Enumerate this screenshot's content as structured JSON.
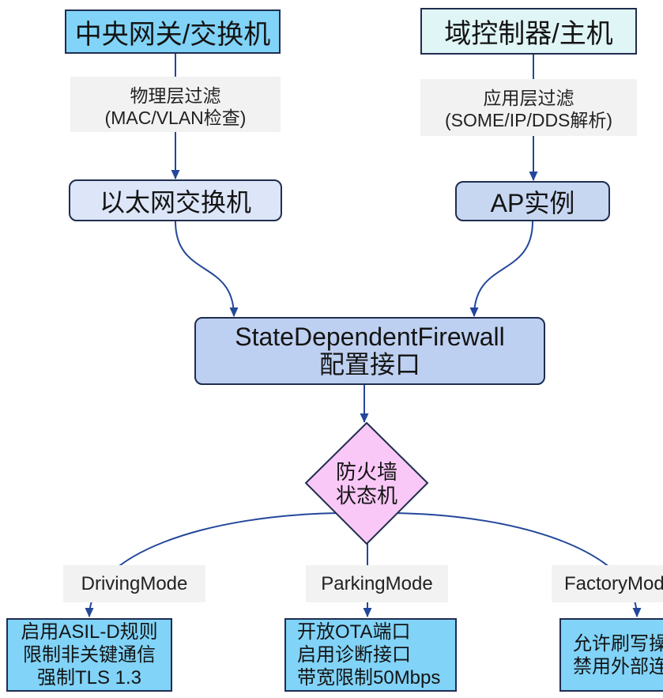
{
  "diagram": {
    "nodes": {
      "central_gateway": {
        "label": "中央网关/交换机"
      },
      "domain_controller": {
        "label": "域控制器/主机"
      },
      "ethernet_switch": {
        "label": "以太网交换机"
      },
      "ap_instance": {
        "label": "AP实例"
      },
      "firewall_config": {
        "lines": [
          "StateDependentFirewall",
          "配置接口"
        ]
      },
      "firewall_state_machine": {
        "lines": [
          "防火墙",
          "状态机"
        ]
      },
      "driving_actions": {
        "lines": [
          "启用ASIL-D规则",
          "限制非关键通信",
          "强制TLS 1.3"
        ]
      },
      "parking_actions": {
        "lines": [
          "开放OTA端口",
          "启用诊断接口",
          "带宽限制50Mbps"
        ]
      },
      "factory_actions": {
        "lines": [
          "允许刷写操",
          "禁用外部连"
        ]
      }
    },
    "edge_labels": {
      "physical_filter": {
        "lines": [
          "物理层过滤",
          "(MAC/VLAN检查)"
        ]
      },
      "application_filter": {
        "lines": [
          "应用层过滤",
          "(SOME/IP/DDS解析)"
        ]
      },
      "driving_mode": "DrivingMode",
      "parking_mode": "ParkingMode",
      "factory_mode": "FactoryMod"
    },
    "colors": {
      "node_border": "#1F2D4F",
      "connector": "#23479A",
      "gateway_fill": "#81D3F8",
      "controller_fill": "#E0F5F6",
      "switch_fill": "#DCE6F8",
      "ap_fill": "#C8D7F1",
      "firewall_fill": "#BED0F1",
      "state_machine_fill": "#F9C8F7",
      "action_fill": "#81D3F8",
      "edge_label_fill": "#F2F2F2"
    }
  }
}
